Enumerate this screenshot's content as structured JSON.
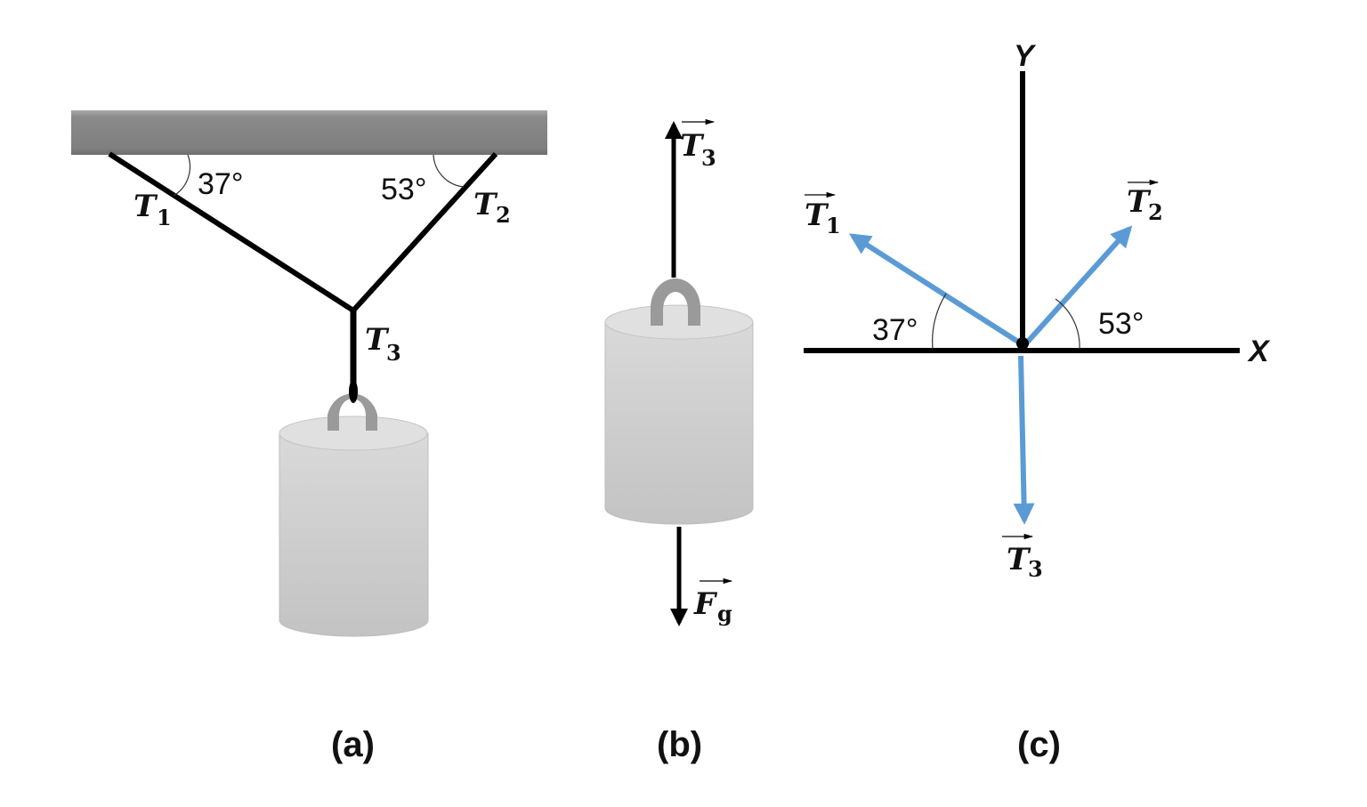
{
  "figure": {
    "panels": [
      {
        "id": "a",
        "caption": "(a)"
      },
      {
        "id": "b",
        "caption": "(b)"
      },
      {
        "id": "c",
        "caption": "(c)"
      }
    ],
    "colors": {
      "rope": "#000000",
      "vector": "#5b9bd5",
      "ceiling": "#808080",
      "weight_body": "#c8c8c8",
      "weight_top": "#e0e0e0",
      "hook": "#9a9a9a"
    },
    "panel_a": {
      "angle_left": "37°",
      "angle_right": "53°",
      "t1": {
        "sym": "T",
        "sub": "1"
      },
      "t2": {
        "sym": "T",
        "sub": "2"
      },
      "t3": {
        "sym": "T",
        "sub": "3"
      }
    },
    "panel_b": {
      "t3": {
        "sym": "T",
        "sub": "3",
        "vector": true
      },
      "fg": {
        "sym": "F",
        "sub": "g",
        "vector": true
      }
    },
    "panel_c": {
      "x_axis": "X",
      "y_axis": "Y",
      "angle_t1": "37°",
      "angle_t2": "53°",
      "angle_t1_value_deg": 37,
      "angle_t2_value_deg": 53,
      "t1": {
        "sym": "T",
        "sub": "1",
        "vector": true
      },
      "t2": {
        "sym": "T",
        "sub": "2",
        "vector": true
      },
      "t3": {
        "sym": "T",
        "sub": "3",
        "vector": true
      }
    }
  }
}
